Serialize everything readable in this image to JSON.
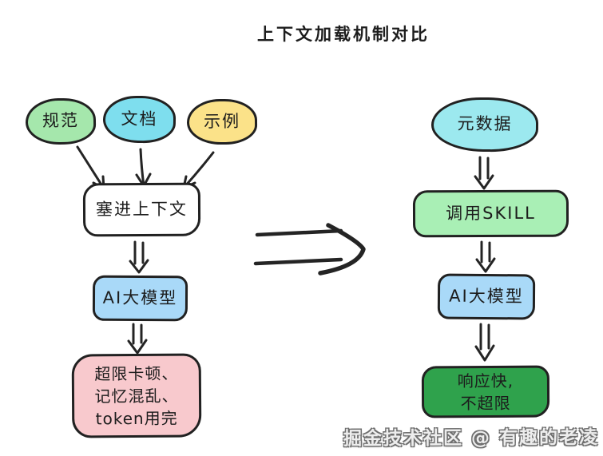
{
  "title": "上下文加载机制对比",
  "watermark": "掘金技术社区 @ 有趣的老凌",
  "colors": {
    "ink": "#212121",
    "guifan_green": "#a5e7ac",
    "wendang_cyan": "#7edeee",
    "shili_yellow": "#fbe289",
    "context_white": "#ffffff",
    "ai_blue": "#a9d9f8",
    "problem_pink": "#f8c9cd",
    "meta_cyan": "#9ce9ef",
    "skill_green": "#a9efb5",
    "result_green": "#2fa24c"
  },
  "left_flow": {
    "inputs": [
      {
        "label": "规范",
        "color": "#a5e7ac"
      },
      {
        "label": "文档",
        "color": "#7edeee"
      },
      {
        "label": "示例",
        "color": "#fbe289"
      }
    ],
    "steps": [
      {
        "label": "塞进上下文",
        "color": "#ffffff"
      },
      {
        "label": "AI大模型",
        "color": "#a9d9f8"
      },
      {
        "label": "超限卡顿、\n记忆混乱、\ntoken用完",
        "color": "#f8c9cd"
      }
    ]
  },
  "right_flow": {
    "input": {
      "label": "元数据",
      "color": "#9ce9ef"
    },
    "steps": [
      {
        "label": "调用SKILL",
        "color": "#a9efb5"
      },
      {
        "label": "AI大模型",
        "color": "#a9d9f8"
      },
      {
        "label": "响应快,\n不超限",
        "color": "#2fa24c"
      }
    ]
  }
}
